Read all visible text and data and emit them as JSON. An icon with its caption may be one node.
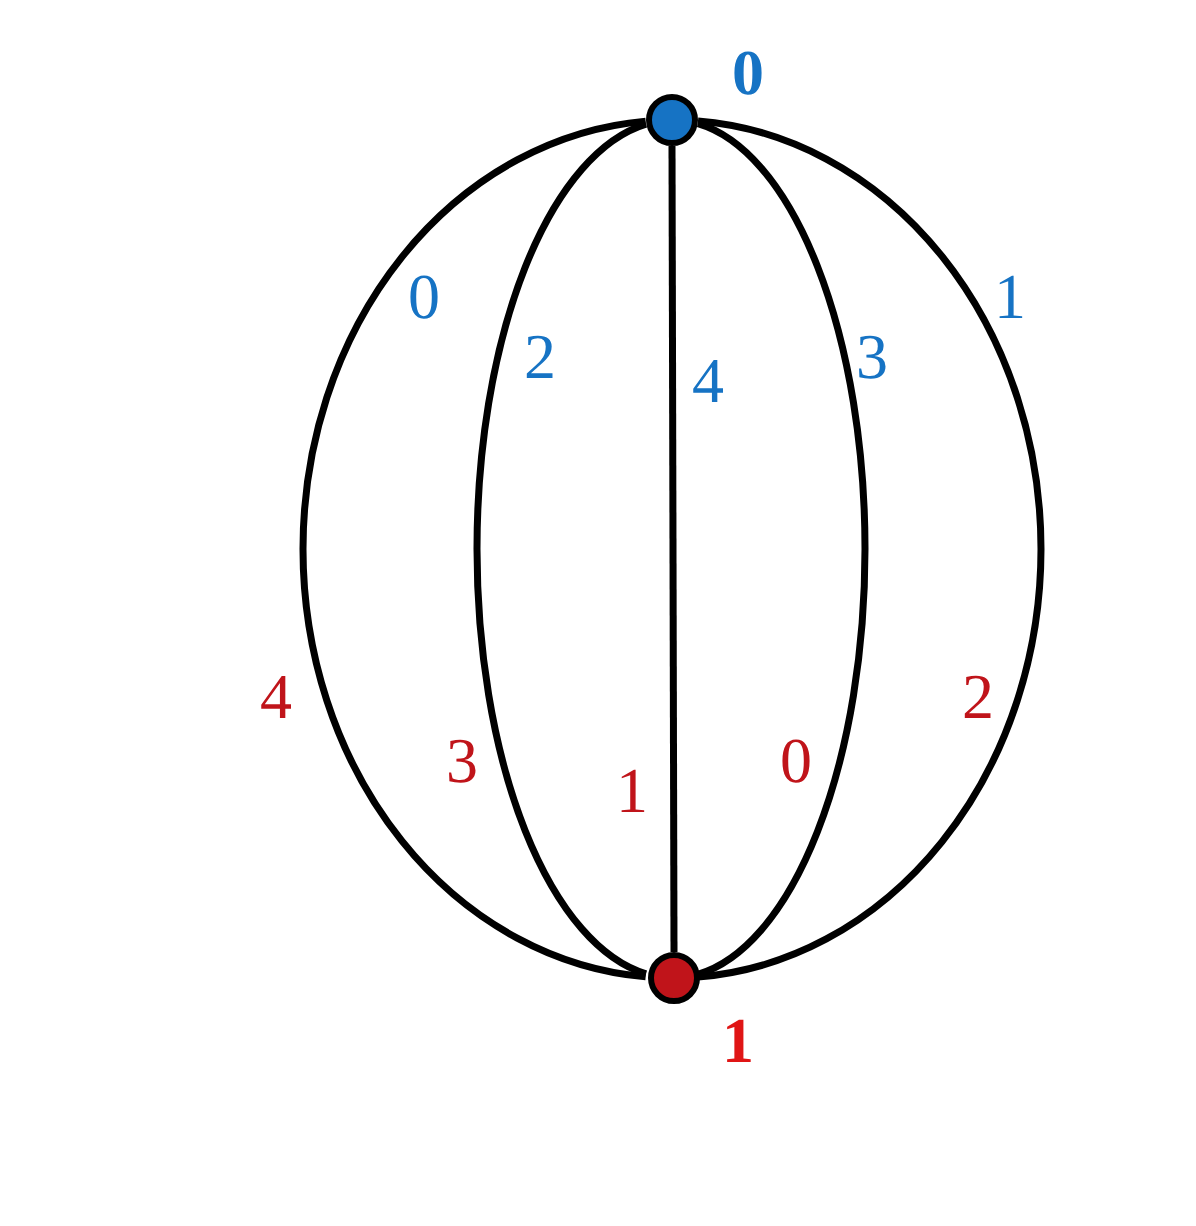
{
  "diagram": {
    "nodes": [
      {
        "text": [],
        "shape": "circle",
        "beside": [
          "0"
        ]
      },
      {
        "text": [],
        "shape": "circle",
        "beside": [
          "1"
        ]
      }
    ],
    "edges": [
      {
        "from": 0,
        "to": 1,
        "arrow": "none"
      },
      {
        "from": 0,
        "to": 1,
        "arrow": "none"
      },
      {
        "from": 0,
        "to": 1,
        "arrow": "none"
      },
      {
        "from": 0,
        "to": 1,
        "arrow": "none"
      },
      {
        "from": 0,
        "to": 1,
        "arrow": "none"
      }
    ],
    "labels": [
      "0",
      "2",
      "4",
      "3",
      "1",
      "4",
      "3",
      "1",
      "0",
      "2"
    ]
  }
}
